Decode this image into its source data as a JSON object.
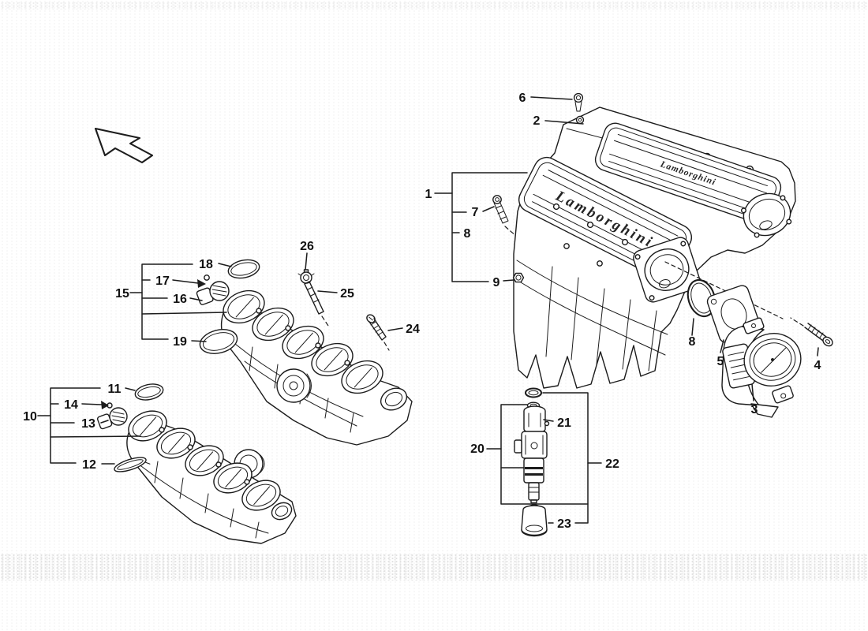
{
  "canvas": {
    "background": "#ffffff",
    "line_color": "#1c1c1c",
    "texture_dot_color": "#eaeaea"
  },
  "figure": {
    "kind": "exploded-parts-diagram",
    "subject": "engine intake manifold assembly",
    "direction_arrow": "northwest",
    "engravings": {
      "front": "Lamborghini",
      "rear": "Lamborghini"
    },
    "callouts": [
      {
        "label": "6"
      },
      {
        "label": "2"
      },
      {
        "label": "1"
      },
      {
        "label": "7"
      },
      {
        "label": "8"
      },
      {
        "label": "9"
      },
      {
        "label": "8"
      },
      {
        "label": "5"
      },
      {
        "label": "3"
      },
      {
        "label": "4"
      },
      {
        "label": "26"
      },
      {
        "label": "18"
      },
      {
        "label": "17"
      },
      {
        "label": "15"
      },
      {
        "label": "16"
      },
      {
        "label": "25"
      },
      {
        "label": "24"
      },
      {
        "label": "19"
      },
      {
        "label": "11"
      },
      {
        "label": "14"
      },
      {
        "label": "10"
      },
      {
        "label": "13"
      },
      {
        "label": "12"
      },
      {
        "label": "21"
      },
      {
        "label": "20"
      },
      {
        "label": "22"
      },
      {
        "label": "23"
      }
    ]
  }
}
